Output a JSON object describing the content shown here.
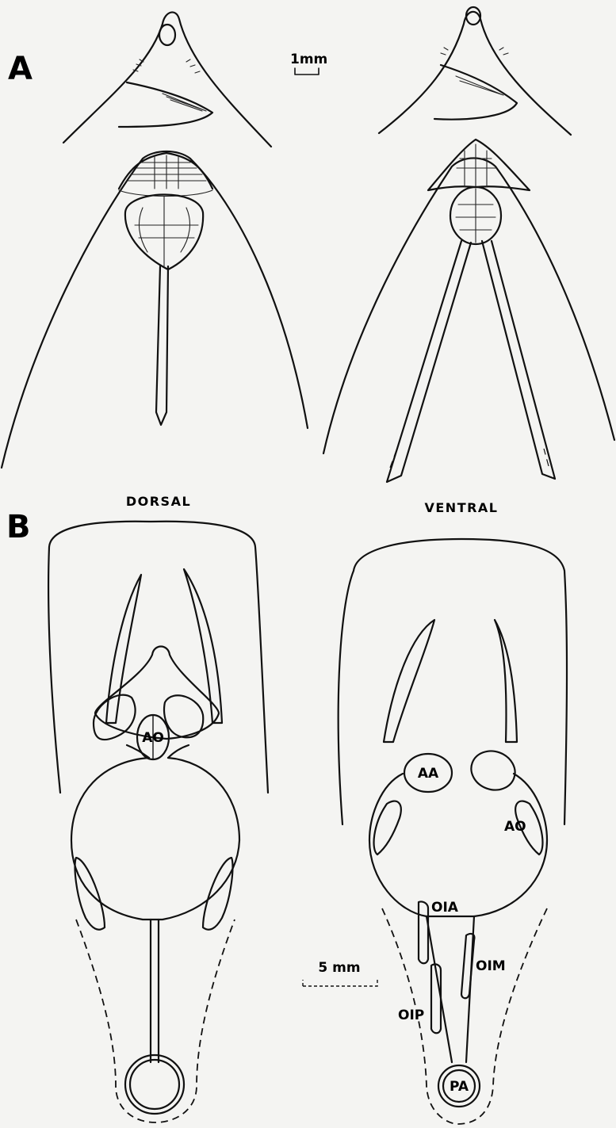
{
  "panels": {
    "a": "A",
    "b": "B"
  },
  "scales": {
    "a": "1mm",
    "b": "5 mm"
  },
  "views": {
    "left": "DORSAL",
    "right": "VENTRAL"
  },
  "structures": {
    "dorsal_ao": "AO",
    "aa": "AA",
    "ventral_ao": "AO",
    "oia": "OIA",
    "oim": "OIM",
    "oip": "OIP",
    "pa": "PA"
  }
}
